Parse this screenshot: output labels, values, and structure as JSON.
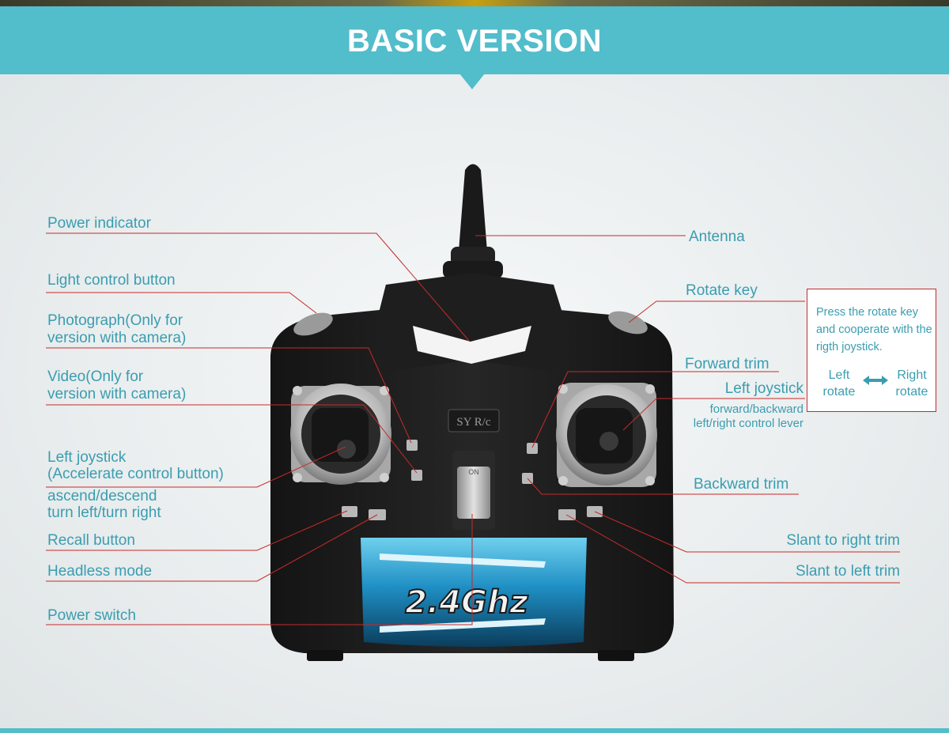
{
  "banner": {
    "title": "BASIC VERSION"
  },
  "controller": {
    "badge_text": "SY R/c",
    "switch_text": "ON",
    "band_text": "2.4Ghz"
  },
  "labels": {
    "power_indicator": "Power indicator",
    "light_control": "Light control button",
    "photograph_1": "Photograph(Only for",
    "photograph_2": "version with camera)",
    "video_1": "Video(Only for",
    "video_2": "version with camera)",
    "left_joystick_1": "Left joystick",
    "left_joystick_2": "(Accelerate control button)",
    "left_joystick_3": "ascend/descend",
    "left_joystick_4": "turn left/turn right",
    "recall": "Recall button",
    "headless": "Headless mode",
    "power_switch": "Power switch",
    "antenna": "Antenna",
    "rotate_key": "Rotate key",
    "forward_trim": "Forward trim",
    "right_panel_joystick": "Left joystick",
    "right_panel_joystick_sub1": "forward/backward",
    "right_panel_joystick_sub2": "left/right control lever",
    "backward_trim": "Backward trim",
    "slant_right": "Slant to right trim",
    "slant_left": "Slant to left trim"
  },
  "info_box": {
    "text": "Press the rotate key and cooperate with the rigth joystick.",
    "left_1": "Left",
    "left_2": "rotate",
    "right_1": "Right",
    "right_2": "rotate"
  },
  "colors": {
    "banner": "#52bdcb",
    "label_text": "#3a9db0",
    "leader_line": "#c62a2a",
    "controller_body": "#1c1c1c",
    "panel_blue": "#1f8fc4"
  }
}
